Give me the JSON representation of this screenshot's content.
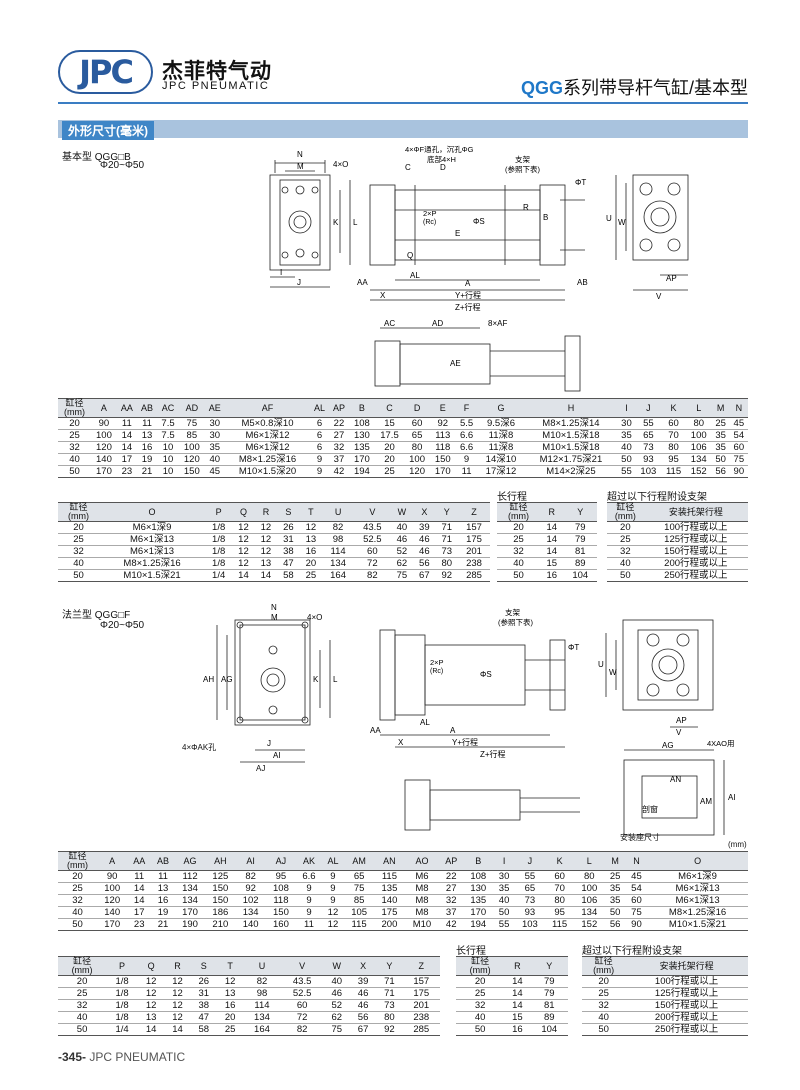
{
  "header": {
    "logo": "JPC",
    "company_cn": "杰菲特气动",
    "company_en": "JPC PNEUMATIC",
    "title_brand": "QGG",
    "title_rest": "系列带导杆气缸/基本型"
  },
  "section_title": "外形尺寸(毫米)",
  "basic": {
    "type_label": "基本型",
    "model": "QGG□B",
    "range": "Φ20~Φ50",
    "drawing_labels": {
      "N": "N",
      "M": "M",
      "O4": "4×O",
      "K": "K",
      "L": "L",
      "I": "I",
      "J": "J",
      "holes": "4×ΦF通孔，沉孔ΦG",
      "tap": "底部4×H",
      "bracket": "支架",
      "bracket_ref": "(参照下表)",
      "C": "C",
      "D": "D",
      "T": "ΦT",
      "P": "2×P",
      "Rc": "(Rc)",
      "S": "ΦS",
      "E": "E",
      "R": "R",
      "B": "B",
      "Q": "Q",
      "AL": "AL",
      "AA": "AA",
      "A": "A",
      "AB": "AB",
      "X": "X",
      "Y": "Y+行程",
      "Z": "Z+行程",
      "U": "U",
      "W": "W",
      "AP": "AP",
      "V": "V",
      "AC": "AC",
      "AD": "AD",
      "AF": "8×AF",
      "AE": "AE"
    },
    "table1": {
      "headers": [
        "缸径\n(mm)",
        "A",
        "AA",
        "AB",
        "AC",
        "AD",
        "AE",
        "AF",
        "AL",
        "AP",
        "B",
        "C",
        "D",
        "E",
        "F",
        "G",
        "H",
        "I",
        "J",
        "K",
        "L",
        "M",
        "N"
      ],
      "rows": [
        [
          "20",
          "90",
          "11",
          "11",
          "7.5",
          "75",
          "30",
          "M5×0.8深10",
          "6",
          "22",
          "108",
          "15",
          "60",
          "92",
          "5.5",
          "9.5深6",
          "M8×1.25深14",
          "30",
          "55",
          "60",
          "80",
          "25",
          "45"
        ],
        [
          "25",
          "100",
          "14",
          "13",
          "7.5",
          "85",
          "30",
          "M6×1深12",
          "6",
          "27",
          "130",
          "17.5",
          "65",
          "113",
          "6.6",
          "11深8",
          "M10×1.5深18",
          "35",
          "65",
          "70",
          "100",
          "35",
          "54"
        ],
        [
          "32",
          "120",
          "14",
          "16",
          "10",
          "100",
          "35",
          "M6×1深12",
          "6",
          "32",
          "135",
          "20",
          "80",
          "118",
          "6.6",
          "11深8",
          "M10×1.5深18",
          "40",
          "73",
          "80",
          "106",
          "35",
          "60"
        ],
        [
          "40",
          "140",
          "17",
          "19",
          "10",
          "120",
          "40",
          "M8×1.25深16",
          "9",
          "37",
          "170",
          "20",
          "100",
          "150",
          "9",
          "14深10",
          "M12×1.75深21",
          "50",
          "93",
          "95",
          "134",
          "50",
          "75"
        ],
        [
          "50",
          "170",
          "23",
          "21",
          "10",
          "150",
          "45",
          "M10×1.5深20",
          "9",
          "42",
          "194",
          "25",
          "120",
          "170",
          "11",
          "17深12",
          "M14×2深25",
          "55",
          "103",
          "115",
          "152",
          "56",
          "90"
        ]
      ]
    },
    "table2": {
      "headers": [
        "缸径\n(mm)",
        "O",
        "P",
        "Q",
        "R",
        "S",
        "T",
        "U",
        "V",
        "W",
        "X",
        "Y",
        "Z"
      ],
      "rows": [
        [
          "20",
          "M6×1深9",
          "1/8",
          "12",
          "12",
          "26",
          "12",
          "82",
          "43.5",
          "40",
          "39",
          "71",
          "157"
        ],
        [
          "25",
          "M6×1深13",
          "1/8",
          "12",
          "12",
          "31",
          "13",
          "98",
          "52.5",
          "46",
          "46",
          "71",
          "175"
        ],
        [
          "32",
          "M6×1深13",
          "1/8",
          "12",
          "12",
          "38",
          "16",
          "114",
          "60",
          "52",
          "46",
          "73",
          "201"
        ],
        [
          "40",
          "M8×1.25深16",
          "1/8",
          "12",
          "13",
          "47",
          "20",
          "134",
          "72",
          "62",
          "56",
          "80",
          "238"
        ],
        [
          "50",
          "M10×1.5深21",
          "1/4",
          "14",
          "14",
          "58",
          "25",
          "164",
          "82",
          "75",
          "67",
          "92",
          "285"
        ]
      ]
    },
    "long_stroke": {
      "title": "长行程",
      "headers": [
        "缸径\n(mm)",
        "R",
        "Y"
      ],
      "rows": [
        [
          "20",
          "14",
          "79"
        ],
        [
          "25",
          "14",
          "79"
        ],
        [
          "32",
          "14",
          "81"
        ],
        [
          "40",
          "15",
          "89"
        ],
        [
          "50",
          "16",
          "104"
        ]
      ]
    },
    "support": {
      "title": "超过以下行程附设支架",
      "headers": [
        "缸径\n(mm)",
        "安装托架行程"
      ],
      "rows": [
        [
          "20",
          "100行程或以上"
        ],
        [
          "25",
          "125行程或以上"
        ],
        [
          "32",
          "150行程或以上"
        ],
        [
          "40",
          "200行程或以上"
        ],
        [
          "50",
          "250行程或以上"
        ]
      ]
    }
  },
  "flange": {
    "type_label": "法兰型",
    "model": "QGG□F",
    "range": "Φ20~Φ50",
    "drawing_labels": {
      "N": "N",
      "M": "M",
      "O4": "4×O",
      "AH": "AH",
      "AG": "AG",
      "K": "K",
      "L": "L",
      "AK": "4×ΦAK孔",
      "J": "J",
      "AI": "AI",
      "AJ": "AJ",
      "bracket": "支架",
      "bracket_ref": "(参照下表)",
      "T": "ΦT",
      "P": "2×P",
      "Rc": "(Rc)",
      "S": "ΦS",
      "AL": "AL",
      "AA": "AA",
      "A": "A",
      "X": "X",
      "Y": "Y+行程",
      "Z": "Z+行程",
      "U": "U",
      "W": "W",
      "AP": "AP",
      "V": "V",
      "AO": "4XAO用",
      "AN": "AN",
      "AM": "AM",
      "cut": "剖窗",
      "mount": "安装座尺寸",
      "mm": "(mm)"
    },
    "table1": {
      "headers": [
        "缸径\n(mm)",
        "A",
        "AA",
        "AB",
        "AG",
        "AH",
        "AI",
        "AJ",
        "AK",
        "AL",
        "AM",
        "AN",
        "AO",
        "AP",
        "B",
        "I",
        "J",
        "K",
        "L",
        "M",
        "N",
        "O"
      ],
      "rows": [
        [
          "20",
          "90",
          "11",
          "11",
          "112",
          "125",
          "82",
          "95",
          "6.6",
          "9",
          "65",
          "115",
          "M6",
          "22",
          "108",
          "30",
          "55",
          "60",
          "80",
          "25",
          "45",
          "M6×1深9"
        ],
        [
          "25",
          "100",
          "14",
          "13",
          "134",
          "150",
          "92",
          "108",
          "9",
          "9",
          "75",
          "135",
          "M8",
          "27",
          "130",
          "35",
          "65",
          "70",
          "100",
          "35",
          "54",
          "M6×1深13"
        ],
        [
          "32",
          "120",
          "14",
          "16",
          "134",
          "150",
          "102",
          "118",
          "9",
          "9",
          "85",
          "140",
          "M8",
          "32",
          "135",
          "40",
          "73",
          "80",
          "106",
          "35",
          "60",
          "M6×1深13"
        ],
        [
          "40",
          "140",
          "17",
          "19",
          "170",
          "186",
          "134",
          "150",
          "9",
          "12",
          "105",
          "175",
          "M8",
          "37",
          "170",
          "50",
          "93",
          "95",
          "134",
          "50",
          "75",
          "M8×1.25深16"
        ],
        [
          "50",
          "170",
          "23",
          "21",
          "190",
          "210",
          "140",
          "160",
          "11",
          "12",
          "115",
          "200",
          "M10",
          "42",
          "194",
          "55",
          "103",
          "115",
          "152",
          "56",
          "90",
          "M10×1.5深21"
        ]
      ]
    },
    "table2": {
      "headers": [
        "缸径\n(mm)",
        "P",
        "Q",
        "R",
        "S",
        "T",
        "U",
        "V",
        "W",
        "X",
        "Y",
        "Z"
      ],
      "rows": [
        [
          "20",
          "1/8",
          "12",
          "12",
          "26",
          "12",
          "82",
          "43.5",
          "40",
          "39",
          "71",
          "157"
        ],
        [
          "25",
          "1/8",
          "12",
          "12",
          "31",
          "13",
          "98",
          "52.5",
          "46",
          "46",
          "71",
          "175"
        ],
        [
          "32",
          "1/8",
          "12",
          "12",
          "38",
          "16",
          "114",
          "60",
          "52",
          "46",
          "73",
          "201"
        ],
        [
          "40",
          "1/8",
          "13",
          "12",
          "47",
          "20",
          "134",
          "72",
          "62",
          "56",
          "80",
          "238"
        ],
        [
          "50",
          "1/4",
          "14",
          "14",
          "58",
          "25",
          "164",
          "82",
          "75",
          "67",
          "92",
          "285"
        ]
      ]
    },
    "long_stroke": {
      "title": "长行程",
      "headers": [
        "缸径\n(mm)",
        "R",
        "Y"
      ],
      "rows": [
        [
          "20",
          "14",
          "79"
        ],
        [
          "25",
          "14",
          "79"
        ],
        [
          "32",
          "14",
          "81"
        ],
        [
          "40",
          "15",
          "89"
        ],
        [
          "50",
          "16",
          "104"
        ]
      ]
    },
    "support": {
      "title": "超过以下行程附设支架",
      "headers": [
        "缸径\n(mm)",
        "安装托架行程"
      ],
      "rows": [
        [
          "20",
          "100行程或以上"
        ],
        [
          "25",
          "125行程或以上"
        ],
        [
          "32",
          "150行程或以上"
        ],
        [
          "40",
          "200行程或以上"
        ],
        [
          "50",
          "250行程或以上"
        ]
      ]
    }
  },
  "footer": {
    "page": "-345-",
    "brand": "JPC PNEUMATIC"
  }
}
